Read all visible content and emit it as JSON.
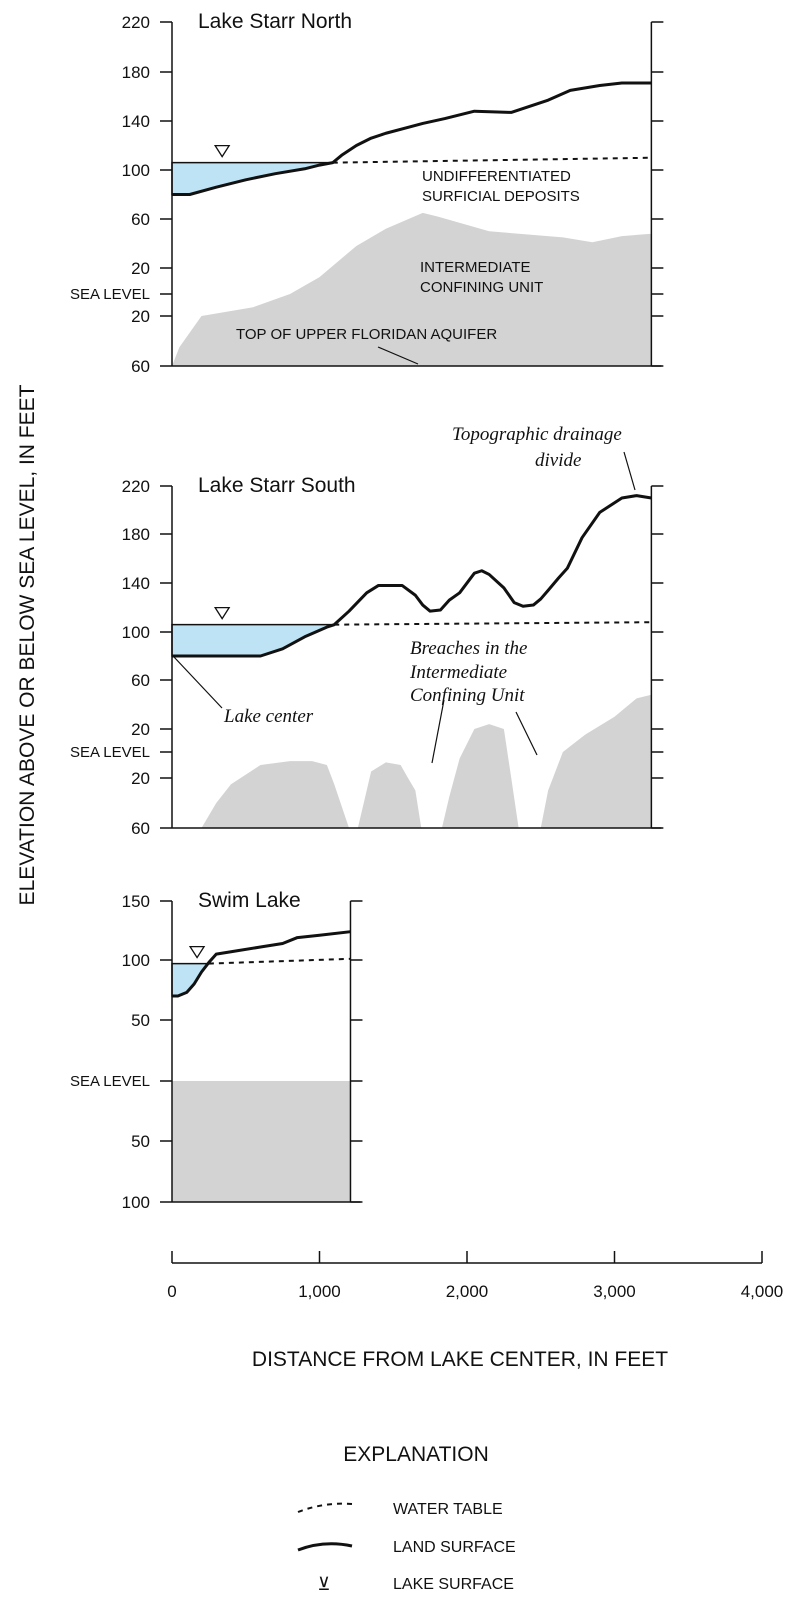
{
  "y_axis_title": "ELEVATION ABOVE OR BELOW SEA LEVEL, IN FEET",
  "x_axis_title": "DISTANCE FROM LAKE CENTER, IN FEET",
  "explanation": {
    "title": "EXPLANATION",
    "water_table": "WATER TABLE",
    "land_surface": "LAND SURFACE",
    "lake_surface": "LAKE SURFACE",
    "lake_surface_symbol": "⊻"
  },
  "annotations": {
    "north_surficial_1": "UNDIFFERENTIATED",
    "north_surficial_2": "SURFICIAL DEPOSITS",
    "north_icu_1": "INTERMEDIATE",
    "north_icu_2": "CONFINING UNIT",
    "north_ufa": "TOP OF UPPER FLORIDAN AQUIFER",
    "south_divide_1": "Topographic drainage",
    "south_divide_2": "divide",
    "south_breach_1": "Breaches in the",
    "south_breach_2": "Intermediate",
    "south_breach_3": "Confining Unit",
    "south_lake_center": "Lake center"
  },
  "colors": {
    "lake_fill": "#bde3f4",
    "aquifer_fill": "#d3d3d3",
    "line": "#111111"
  },
  "chart_data": [
    {
      "type": "area",
      "title": "Lake Starr North",
      "xlabel": "DISTANCE FROM LAKE CENTER, IN FEET",
      "ylabel": "ELEVATION ABOVE OR BELOW SEA LEVEL, IN FEET",
      "xlim": [
        0,
        3250
      ],
      "ylim": [
        -60,
        220
      ],
      "y_ticks": [
        220,
        180,
        140,
        100,
        60,
        20,
        0,
        -20,
        -60
      ],
      "y_tick_labels": [
        "220",
        "180",
        "140",
        "100",
        "60",
        "20",
        "SEA LEVEL",
        "20",
        "60"
      ],
      "lake_surface": 106,
      "land_surface": {
        "x": [
          0,
          120,
          300,
          500,
          700,
          900,
          1000,
          1090,
          1150,
          1250,
          1350,
          1450,
          1700,
          1850,
          2050,
          2300,
          2550,
          2700,
          2900,
          3050,
          3250
        ],
        "y": [
          80,
          80,
          86,
          92,
          97,
          101,
          104,
          106,
          112,
          120,
          126,
          130,
          138,
          142,
          148,
          147,
          157,
          165,
          169,
          171,
          171
        ]
      },
      "water_table": {
        "x": [
          1090,
          3250
        ],
        "y": [
          106,
          110
        ]
      },
      "upper_floridan_top": {
        "x": [
          0,
          50,
          200,
          550,
          800,
          1000,
          1250,
          1450,
          1700,
          1800,
          2150,
          2650,
          2850,
          3050,
          3250
        ],
        "y": [
          -60,
          -45,
          -20,
          -12,
          0,
          13,
          38,
          52,
          65,
          62,
          50,
          45,
          41,
          46,
          48
        ]
      }
    },
    {
      "type": "area",
      "title": "Lake Starr South",
      "xlabel": "DISTANCE FROM LAKE CENTER, IN FEET",
      "ylabel": "ELEVATION ABOVE OR BELOW SEA LEVEL, IN FEET",
      "xlim": [
        0,
        3250
      ],
      "ylim": [
        -60,
        220
      ],
      "y_ticks": [
        220,
        180,
        140,
        100,
        60,
        20,
        0,
        -20,
        -60
      ],
      "y_tick_labels": [
        "220",
        "180",
        "140",
        "100",
        "60",
        "20",
        "SEA LEVEL",
        "20",
        "60"
      ],
      "lake_surface": 106,
      "land_surface": {
        "x": [
          0,
          100,
          300,
          600,
          750,
          900,
          1050,
          1100,
          1200,
          1320,
          1400,
          1500,
          1560,
          1650,
          1700,
          1750,
          1820,
          1880,
          1950,
          2050,
          2100,
          2150,
          2250,
          2320,
          2380,
          2450,
          2500,
          2550,
          2620,
          2680,
          2780,
          2900,
          3050,
          3150,
          3250
        ],
        "y": [
          80,
          80,
          80,
          80,
          86,
          96,
          104,
          106,
          117,
          132,
          138,
          138,
          138,
          130,
          122,
          117,
          118,
          126,
          132,
          148,
          150,
          147,
          136,
          124,
          121,
          122,
          127,
          134,
          144,
          152,
          177,
          198,
          210,
          212,
          210
        ]
      },
      "water_table": {
        "x": [
          1100,
          3250
        ],
        "y": [
          106,
          108
        ]
      },
      "upper_floridan_top": [
        {
          "x": [
            200,
            300,
            400,
            600,
            800,
            950,
            1050,
            1100,
            1200
          ],
          "y": [
            -60,
            -40,
            -25,
            -10,
            -7,
            -7,
            -10,
            -25,
            -60
          ]
        },
        {
          "x": [
            1260,
            1300,
            1350,
            1450,
            1550,
            1600,
            1650,
            1690
          ],
          "y": [
            -60,
            -40,
            -15,
            -8,
            -10,
            -20,
            -30,
            -60
          ]
        },
        {
          "x": [
            1830,
            1880,
            1950,
            2050,
            2150,
            2250,
            2300,
            2350
          ],
          "y": [
            -60,
            -35,
            -5,
            20,
            24,
            20,
            -20,
            -60
          ]
        },
        {
          "x": [
            2500,
            2550,
            2650,
            2800,
            3000,
            3150,
            3250
          ],
          "y": [
            -60,
            -30,
            0,
            15,
            30,
            45,
            48
          ]
        }
      ]
    },
    {
      "type": "area",
      "title": "Swim Lake",
      "xlabel": "DISTANCE FROM LAKE CENTER, IN FEET",
      "ylabel": "ELEVATION ABOVE OR BELOW SEA LEVEL, IN FEET",
      "xlim": [
        0,
        1210
      ],
      "ylim": [
        -100,
        150
      ],
      "y_ticks": [
        150,
        100,
        50,
        0,
        -50,
        -100
      ],
      "y_tick_labels": [
        "150",
        "100",
        "50",
        "SEA LEVEL",
        "50",
        "100"
      ],
      "lake_surface": 97,
      "land_surface": {
        "x": [
          0,
          40,
          100,
          150,
          200,
          250,
          300,
          400,
          600,
          750,
          850,
          1000,
          1210
        ],
        "y": [
          70,
          70,
          73,
          80,
          90,
          98,
          105,
          107,
          111,
          114,
          119,
          121,
          124
        ]
      },
      "water_table": {
        "x": [
          250,
          1210
        ],
        "y": [
          97,
          101
        ]
      },
      "upper_floridan_top": {
        "x": [
          0,
          1210
        ],
        "y": [
          0,
          0
        ]
      }
    }
  ],
  "x_axis": {
    "xlim": [
      0,
      4000
    ],
    "ticks": [
      0,
      1000,
      2000,
      3000,
      4000
    ],
    "tick_labels": [
      "0",
      "1,000",
      "2,000",
      "3,000",
      "4,000"
    ]
  }
}
